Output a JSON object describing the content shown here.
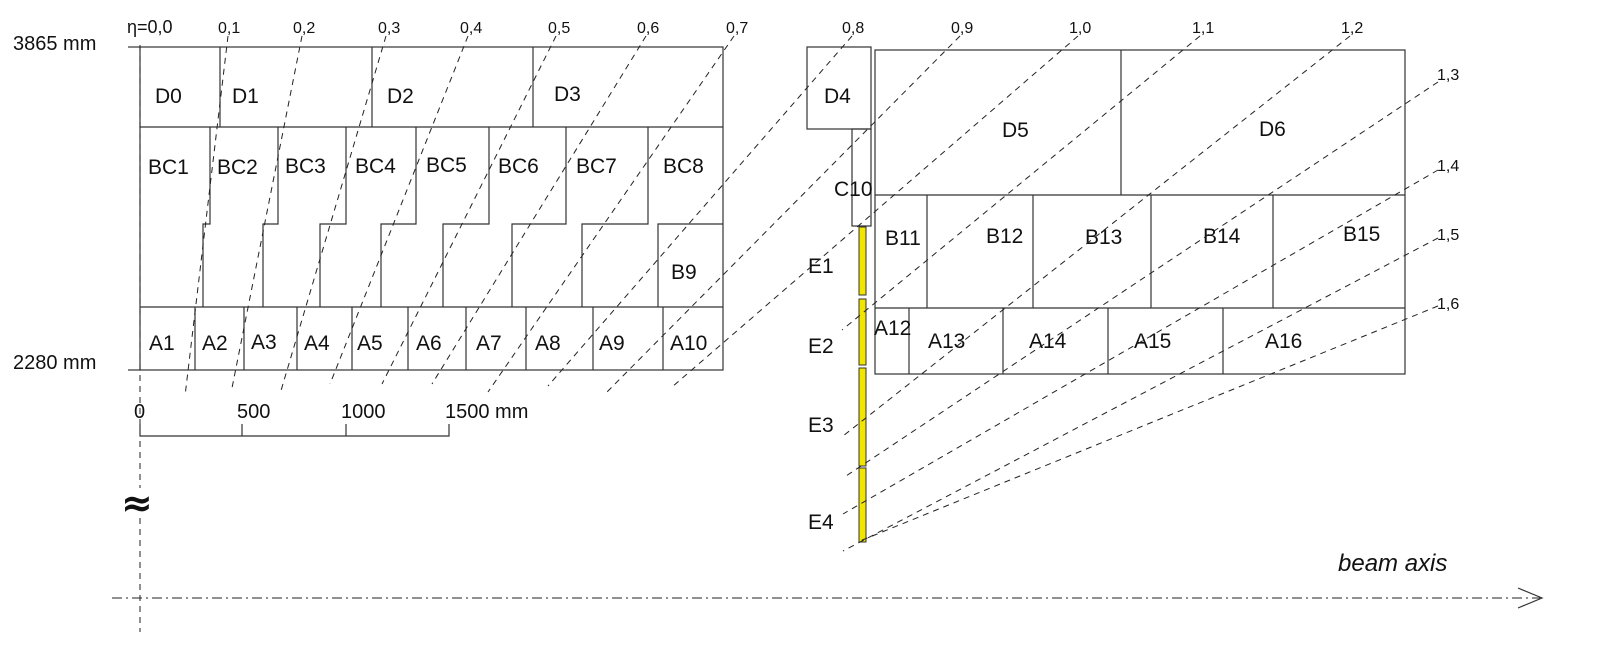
{
  "radii": {
    "outer": "3865 mm",
    "inner": "2280 mm"
  },
  "scale": {
    "t0": "0",
    "t500": "500",
    "t1000": "1000",
    "t1500": "1500 mm"
  },
  "eta": {
    "e00": "η=0,0",
    "e01": "0,1",
    "e02": "0,2",
    "e03": "0,3",
    "e04": "0,4",
    "e05": "0,5",
    "e06": "0,6",
    "e07": "0,7",
    "e08": "0,8",
    "e09": "0,9",
    "e10": "1,0",
    "e11": "1,1",
    "e12": "1,2",
    "e13": "1,3",
    "e14": "1,4",
    "e15": "1,5",
    "e16": "1,6"
  },
  "barrel": {
    "d": [
      "D0",
      "D1",
      "D2",
      "D3"
    ],
    "bc": [
      "BC1",
      "BC2",
      "BC3",
      "BC4",
      "BC5",
      "BC6",
      "BC7",
      "BC8"
    ],
    "b9": "B9",
    "a": [
      "A1",
      "A2",
      "A3",
      "A4",
      "A5",
      "A6",
      "A7",
      "A8",
      "A9",
      "A10"
    ]
  },
  "extended": {
    "d": [
      "D4",
      "D5",
      "D6"
    ],
    "c10": "C10",
    "b": [
      "B11",
      "B12",
      "B13",
      "B14",
      "B15"
    ],
    "a": [
      "A12",
      "A13",
      "A14",
      "A15",
      "A16"
    ]
  },
  "gap": [
    "E1",
    "E2",
    "E3",
    "E4"
  ],
  "axis": {
    "beam": "beam axis",
    "break": "≈"
  },
  "colors": {
    "scintillator": "#f2e600",
    "lines": "#333333"
  }
}
